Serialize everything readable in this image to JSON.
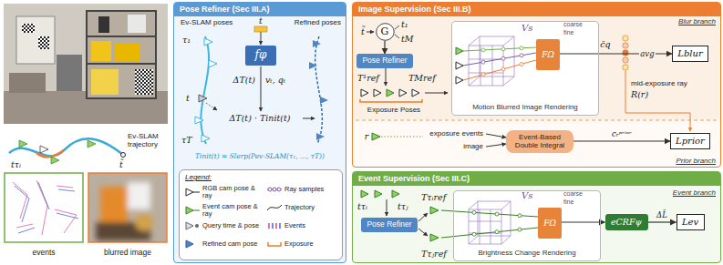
{
  "diagram": {
    "nodes": [
      {
        "text": [
          "Pose Refiner (Sec III.A)"
        ]
      },
      {
        "text": [
          "fφ"
        ],
        "in": 0
      },
      {
        "text": [
          "Legend:"
        ],
        "in": 0
      },
      {
        "text": [
          "Image Supervision (Sec III.B)"
        ]
      },
      {
        "text": [
          "G"
        ],
        "in": 3
      },
      {
        "text": [
          "Pose Refiner"
        ],
        "in": 3
      },
      {
        "text": [
          "Motion Blurred Image Rendering"
        ],
        "in": 3
      },
      {
        "text": [
          "FΩ"
        ],
        "in": 6
      },
      {
        "text": [
          "Lblur"
        ],
        "in": 3
      },
      {
        "text": [
          "Event-Based Double Integral"
        ],
        "in": 3
      },
      {
        "text": [
          "Lprior"
        ],
        "in": 3
      },
      {
        "text": [
          "Event Supervision (Sec III.C)"
        ]
      },
      {
        "text": [
          "Pose Refiner"
        ],
        "in": 11
      },
      {
        "text": [
          "Brightness Change Rendering"
        ],
        "in": 11
      },
      {
        "text": [
          "FΩ"
        ],
        "in": 13
      },
      {
        "text": [
          "eCRFψ"
        ],
        "in": 11
      },
      {
        "text": [
          "Lev"
        ],
        "in": 11
      }
    ],
    "edges": [
      {
        "from": 4,
        "to": 5,
        "arrow": "to"
      },
      {
        "from": 7,
        "to": 8,
        "label": "avg",
        "arrow": "to"
      },
      {
        "from": 9,
        "to": 10,
        "label": "cᵣᵖʳⁱᵒʳ",
        "arrow": "to"
      },
      {
        "from": 14,
        "to": 15,
        "arrow": "to"
      },
      {
        "from": 15,
        "to": 16,
        "label": "ΔL̂",
        "arrow": "to"
      }
    ],
    "labels": [
      "Ev-SLAM trajectory",
      "t̃",
      "tτᵢ",
      "events",
      "blurred image",
      "Ev-SLAM poses",
      "Refined poses",
      "t",
      "τ₁",
      "t",
      "τT",
      "ΔT(t)",
      "vₜ, qₜ",
      "ΔT(t) · Tinit(t)",
      "Tinit(t) = Slerp(Pev-SLAM(τ₁, ..., τT))",
      "t̃",
      "t₁",
      "tM",
      "T¹ref",
      "TMref",
      "Exposure Poses",
      "Vs",
      "coarse",
      "fine",
      "Blur branch",
      "c̄q",
      "mid-exposure ray",
      "R(r)",
      "r",
      "exposure events",
      "image",
      "Prior branch",
      "Event branch",
      "tτᵢ",
      "tτⱼ",
      "Tτᵢref",
      "Tτⱼref",
      "Vs",
      "coarse",
      "fine"
    ],
    "legend": [
      {
        "text": "RGB cam pose & ray"
      },
      {
        "text": "Event cam pose & ray"
      },
      {
        "text": "Query time & pose"
      },
      {
        "text": "Refined cam pose"
      },
      {
        "text": "Ray samples"
      },
      {
        "text": "Trajectory"
      },
      {
        "text": "Events"
      },
      {
        "text": "Exposure"
      }
    ]
  }
}
